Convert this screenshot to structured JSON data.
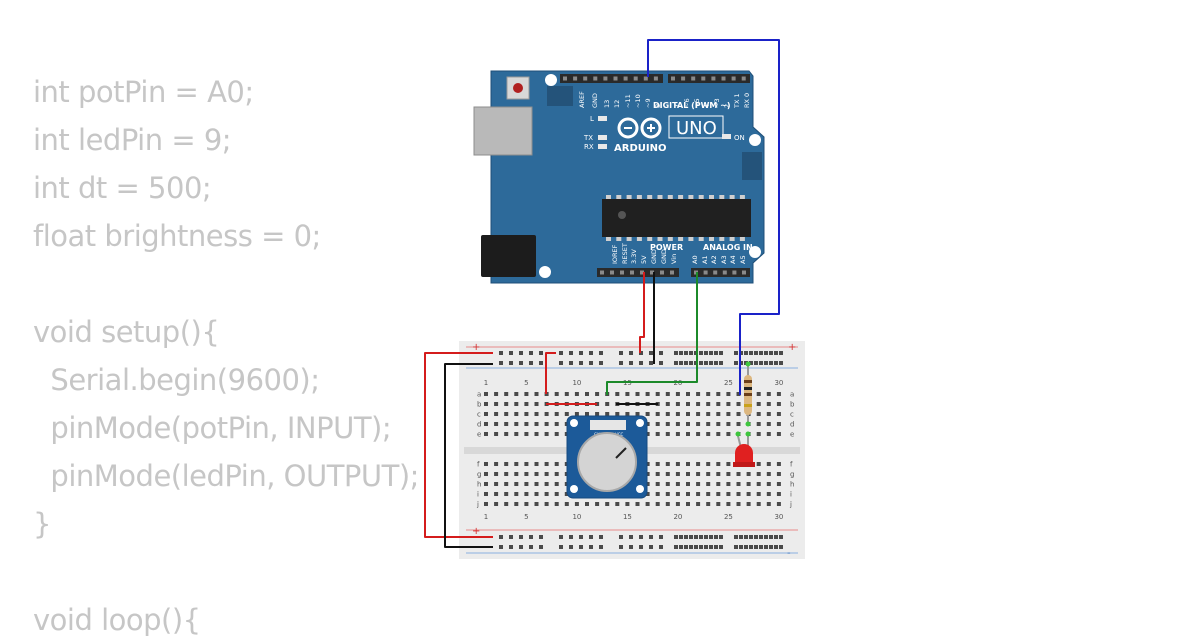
{
  "code": {
    "lines": [
      "int potPin = A0;",
      "int ledPin = 9;",
      "int dt = 500;",
      "float brightness = 0;",
      "",
      "void setup(){",
      "  Serial.begin(9600);",
      "  pinMode(potPin, INPUT);",
      "  pinMode(ledPin, OUTPUT);",
      "}",
      "",
      "void loop(){"
    ]
  },
  "arduino": {
    "logo_text": "ARDUINO",
    "model": "UNO",
    "digital_header": "DIGITAL (PWM ~)",
    "power_header": "POWER",
    "analog_header": "ANALOG IN",
    "led_l": "L",
    "led_tx": "TX",
    "led_rx": "RX",
    "led_on": "ON",
    "top_pins": [
      "AREF",
      "GND",
      "13",
      "12",
      "~11",
      "~10",
      "~9",
      "8",
      "7",
      "~6",
      "~5",
      "4",
      "~3",
      "2",
      "TX 1",
      "RX 0"
    ],
    "power_pins": [
      "IOREF",
      "RESET",
      "3.3V",
      "5V",
      "GND",
      "GND",
      "Vin"
    ],
    "analog_pins": [
      "A0",
      "A1",
      "A2",
      "A3",
      "A4",
      "A5"
    ]
  },
  "breadboard": {
    "column_labels": [
      "1",
      "5",
      "10",
      "15",
      "20",
      "25",
      "30"
    ],
    "row_labels_top": [
      "a",
      "b",
      "c",
      "d",
      "e"
    ],
    "row_labels_bottom": [
      "f",
      "g",
      "h",
      "i",
      "j"
    ],
    "rail_plus": "+",
    "rail_minus": "-"
  },
  "potentiometer": {
    "pin_labels": [
      "GND",
      "SIG",
      "VCC"
    ]
  },
  "colors": {
    "board": "#2d6a9a",
    "wire_blue": "#1a22c8",
    "wire_red": "#d41c1c",
    "wire_black": "#111111",
    "wire_green": "#1c8a2a",
    "led": "#e02020",
    "code_text": "#c6c6c6"
  }
}
